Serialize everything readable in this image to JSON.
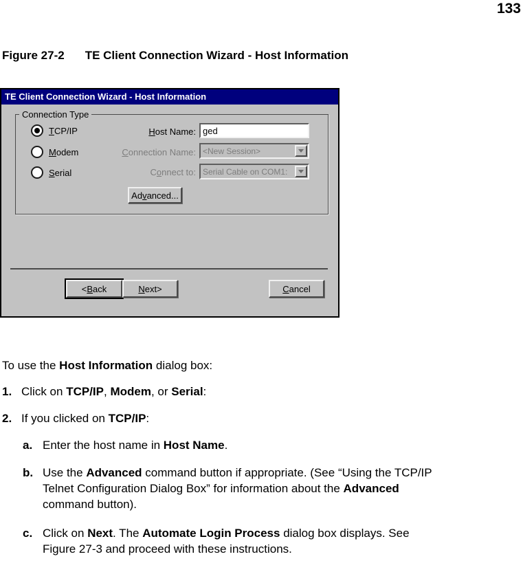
{
  "page": {
    "number": "133",
    "caption_label": "Figure 27-2",
    "caption_title": "TE Client Connection Wizard - Host Information"
  },
  "dialog": {
    "title": "TE Client Connection Wizard - Host Information",
    "colors": {
      "title_bar": "#00007d",
      "body": "#c2c2c2",
      "disabled_text": "#7d7d7d",
      "enabled_text": "#000000"
    },
    "connection_type": {
      "label": "Connection Type",
      "radios": [
        {
          "pre": "",
          "u": "T",
          "post": "CP/IP",
          "selected": true
        },
        {
          "pre": "",
          "u": "M",
          "post": "odem",
          "selected": false
        },
        {
          "pre": "",
          "u": "S",
          "post": "erial",
          "selected": false
        }
      ]
    },
    "host_name": {
      "pre": "",
      "u": "H",
      "post": "ost Name:",
      "value": "ged"
    },
    "connection_name": {
      "pre": "",
      "u": "C",
      "post": "onnection Name:",
      "value": "<New Session>"
    },
    "connect_to": {
      "pre": "C",
      "u": "o",
      "post": "nnect to:",
      "value": "Serial Cable on COM1:"
    },
    "buttons": {
      "advanced": {
        "pre": "Ad",
        "u": "v",
        "post": "anced..."
      },
      "back": {
        "pre": "<",
        "u": "B",
        "post": "ack"
      },
      "next": {
        "pre": "",
        "u": "N",
        "post": "ext>"
      },
      "cancel": {
        "pre": "",
        "u": "C",
        "post": "ancel"
      }
    }
  },
  "body": {
    "intro": [
      {
        "t": "To use the ",
        "b": false
      },
      {
        "t": "Host Information",
        "b": true
      },
      {
        "t": " dialog box:",
        "b": false
      }
    ],
    "steps": [
      {
        "marker": "1.",
        "segments": [
          {
            "t": "Click on ",
            "b": false
          },
          {
            "t": "TCP/IP",
            "b": true
          },
          {
            "t": ", ",
            "b": false
          },
          {
            "t": "Modem",
            "b": true
          },
          {
            "t": ", or ",
            "b": false
          },
          {
            "t": "Serial",
            "b": true
          },
          {
            "t": ":",
            "b": false
          }
        ]
      },
      {
        "marker": "2.",
        "segments": [
          {
            "t": "If you clicked on ",
            "b": false
          },
          {
            "t": "TCP/IP",
            "b": true
          },
          {
            "t": ":",
            "b": false
          }
        ]
      }
    ],
    "substeps": [
      {
        "marker": "a.",
        "lines": [
          [
            {
              "t": "Enter the host name in ",
              "b": false
            },
            {
              "t": "Host Name",
              "b": true
            },
            {
              "t": ".",
              "b": false
            }
          ]
        ]
      },
      {
        "marker": "b.",
        "lines": [
          [
            {
              "t": "Use the ",
              "b": false
            },
            {
              "t": "Advanced",
              "b": true
            },
            {
              "t": " command button if appropriate. (See “Using the TCP/IP",
              "b": false
            }
          ],
          [
            {
              "t": "Telnet Configuration Dialog Box” for information about the ",
              "b": false
            },
            {
              "t": "Advanced",
              "b": true
            }
          ],
          [
            {
              "t": "command button).",
              "b": false
            }
          ]
        ]
      },
      {
        "marker": "c.",
        "lines": [
          [
            {
              "t": "Click on ",
              "b": false
            },
            {
              "t": "Next",
              "b": true
            },
            {
              "t": ". The ",
              "b": false
            },
            {
              "t": "Automate Login Process",
              "b": true
            },
            {
              "t": " dialog box displays. See",
              "b": false
            }
          ],
          [
            {
              "t": "Figure 27-3 and proceed with these instructions.",
              "b": false
            }
          ]
        ]
      }
    ]
  }
}
